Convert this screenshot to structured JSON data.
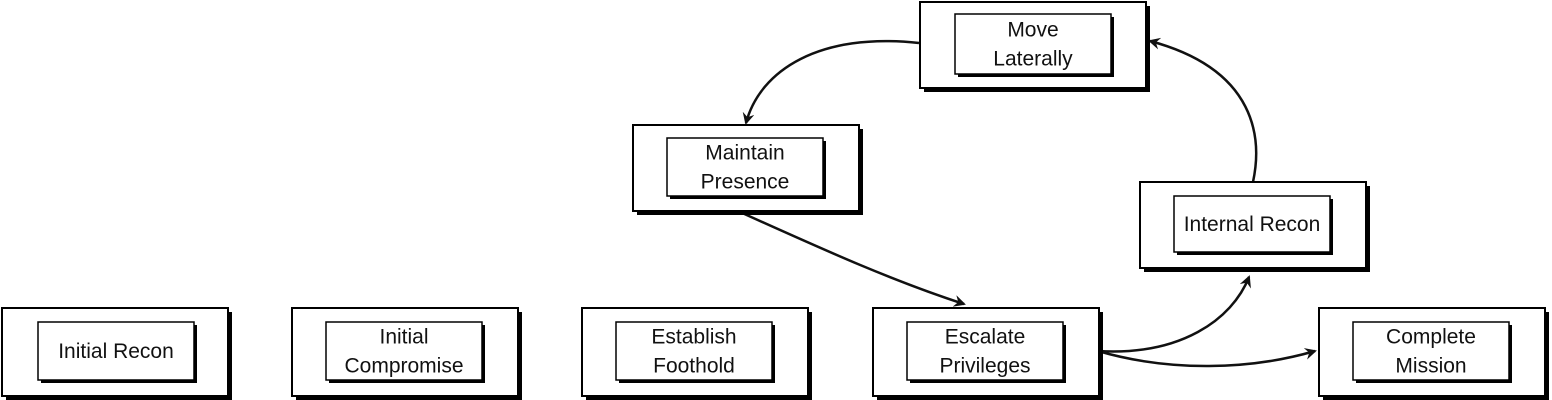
{
  "nodes": [
    {
      "id": "initial-recon",
      "lines": [
        "Initial Recon"
      ]
    },
    {
      "id": "initial-compromise",
      "lines": [
        "Initial",
        "Compromise"
      ]
    },
    {
      "id": "establish-foothold",
      "lines": [
        "Establish",
        "Foothold"
      ]
    },
    {
      "id": "escalate-privileges",
      "lines": [
        "Escalate",
        "Privileges"
      ]
    },
    {
      "id": "complete-mission",
      "lines": [
        "Complete",
        "Mission"
      ]
    },
    {
      "id": "internal-recon",
      "lines": [
        "Internal Recon"
      ]
    },
    {
      "id": "move-laterally",
      "lines": [
        "Move",
        "Laterally"
      ]
    },
    {
      "id": "maintain-presence",
      "lines": [
        "Maintain",
        "Presence"
      ]
    }
  ],
  "edges": [
    {
      "from": "escalate-privileges",
      "to": "internal-recon"
    },
    {
      "from": "escalate-privileges",
      "to": "complete-mission"
    },
    {
      "from": "internal-recon",
      "to": "move-laterally"
    },
    {
      "from": "move-laterally",
      "to": "maintain-presence"
    },
    {
      "from": "maintain-presence",
      "to": "escalate-privileges"
    }
  ],
  "colors": {
    "stroke": "#000000",
    "fill": "#ffffff",
    "text": "#111111"
  }
}
